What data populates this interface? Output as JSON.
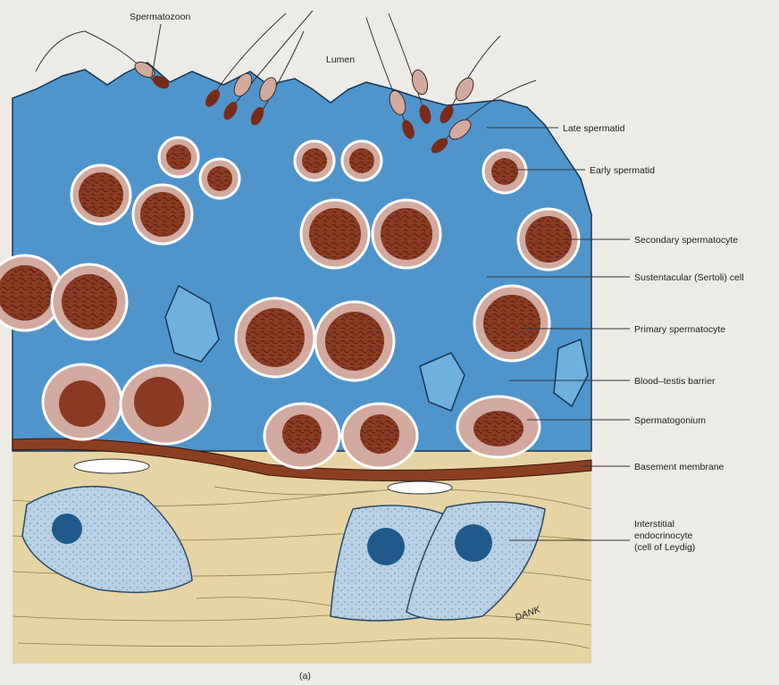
{
  "figure": {
    "caption": "(a)",
    "signature": "DANK",
    "labels": {
      "spermatozoon": "Spermatozoon",
      "lumen": "Lumen",
      "late_spermatid": "Late spermatid",
      "early_spermatid": "Early spermatid",
      "secondary_spermatocyte": "Secondary spermatocyte",
      "sertoli_cell": "Sustentacular (Sertoli) cell",
      "primary_spermatocyte": "Primary spermatocyte",
      "blood_testis_barrier": "Blood–testis barrier",
      "spermatogonium": "Spermatogonium",
      "basement_membrane": "Basement membrane",
      "leydig_line1": "Interstitial",
      "leydig_line2": "endocrinocyte",
      "leydig_line3": "(cell of Leydig)"
    }
  },
  "colors": {
    "background": "#ecebe6",
    "sertoli_blue": "#4f95cc",
    "cell_pink": "#d2aa9f",
    "nucleus_brown": "#8a3a22",
    "membrane_brown": "#8b3f22",
    "interstitium_tan": "#e6d4a4",
    "leydig_blue": "#b8d1e6",
    "leydig_nucleus": "#1f5a8a"
  }
}
